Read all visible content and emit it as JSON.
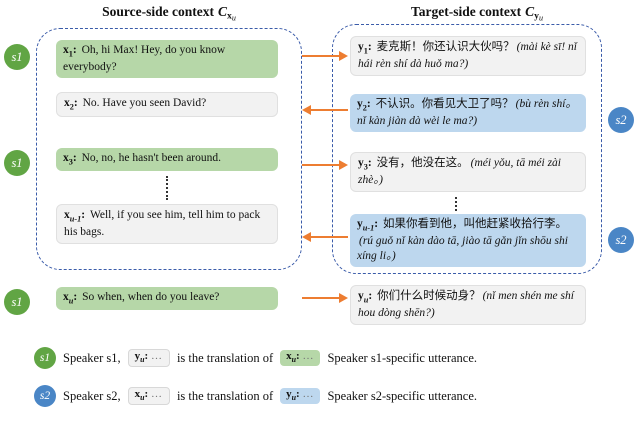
{
  "colors": {
    "green": "#b6d7a8",
    "gray": "#f2f2f2",
    "blue": "#bdd7ee",
    "speaker1": "#61a544",
    "speaker2": "#4a86c6",
    "arrow": "#ed7d31",
    "border": "#3a5ba9"
  },
  "punct": {
    "colon": ":"
  },
  "titles": {
    "source_text": "Source-side context",
    "source_symbol": "C",
    "source_sub": "x",
    "source_subsub": "u",
    "target_text": "Target-side context",
    "target_symbol": "C",
    "target_sub": "y",
    "target_subsub": "u"
  },
  "speakers": {
    "s1": "s1",
    "s2": "s2"
  },
  "source": {
    "u1": {
      "var": "x",
      "sub": "1",
      "text": "Oh, hi Max! Hey,  do you know everybody?"
    },
    "u2": {
      "var": "x",
      "sub": "2",
      "text": "No. Have you seen David?"
    },
    "u3": {
      "var": "x",
      "sub": "3",
      "text": "No, no, he hasn't been around."
    },
    "u4": {
      "var": "x",
      "sub": "u-1",
      "text": "Well, if you see him, tell him to pack his bags."
    },
    "u5": {
      "var": "x",
      "sub": "u",
      "text": "So when, when do you leave?"
    }
  },
  "target": {
    "u1": {
      "var": "y",
      "sub": "1",
      "zh": "麦克斯！你还认识大伙吗？",
      "pinyin": "(mài kè sī! nǐ hái rèn shí dà huǒ ma?)"
    },
    "u2": {
      "var": "y",
      "sub": "2",
      "zh": "不认识。你看见大卫了吗？",
      "pinyin": "(bù rèn shí。nǐ kàn jiàn dà wèi le ma?)"
    },
    "u3": {
      "var": "y",
      "sub": "3",
      "zh": "没有，他没在这。",
      "pinyin": "(méi yǒu, tā méi zài zhè。)"
    },
    "u4": {
      "var": "y",
      "sub": "u-1",
      "zh": "如果你看到他，叫他赶紧收拾行李。",
      "pinyin": "(rú guǒ nǐ kàn dào tā, jiào tā gǎn jǐn shōu shi xíng li。)"
    },
    "u5": {
      "var": "y",
      "sub": "u",
      "zh": "你们什么时候动身？",
      "pinyin": "(nǐ men shén me shí hou dòng shēn?)"
    }
  },
  "legend": {
    "row1": {
      "speaker": "s1",
      "intro": "Speaker s1,",
      "box1": {
        "var": "y",
        "sub": "u",
        "dots": "…"
      },
      "middle": "is the translation of",
      "box2": {
        "var": "x",
        "sub": "u",
        "dots": "…"
      },
      "tail": "Speaker s1-specific utterance."
    },
    "row2": {
      "speaker": "s2",
      "intro": "Speaker s2,",
      "box1": {
        "var": "x",
        "sub": "u",
        "dots": "…"
      },
      "middle": "is the translation of",
      "box2": {
        "var": "y",
        "sub": "u",
        "dots": "…"
      },
      "tail": "Speaker s2-specific utterance."
    }
  }
}
